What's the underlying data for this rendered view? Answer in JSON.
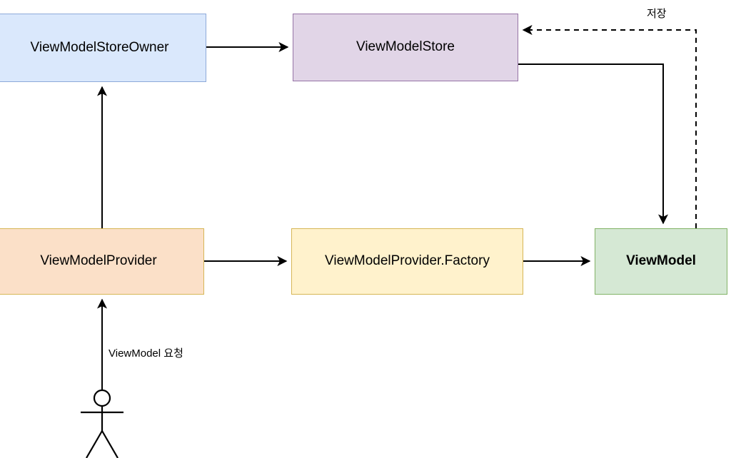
{
  "diagram": {
    "title": "ViewModel architecture flow",
    "background": "#ffffff",
    "nodes": [
      {
        "id": "viewmodelstoreowner",
        "label": "ViewModelStoreOwner",
        "fill": "#dae8fc",
        "stroke": "#8eaad9",
        "bold": false
      },
      {
        "id": "viewmodelstore",
        "label": "ViewModelStore",
        "fill": "#e1d5e7",
        "stroke": "#9673a6",
        "bold": false
      },
      {
        "id": "viewmodelprovider",
        "label": "ViewModelProvider",
        "fill": "#fbe0c8",
        "stroke": "#d6b656",
        "bold": false
      },
      {
        "id": "viewmodelproviderfactory",
        "label": "ViewModelProvider.Factory",
        "fill": "#fff2cc",
        "stroke": "#d6b656",
        "bold": false
      },
      {
        "id": "viewmodel",
        "label": "ViewModel",
        "fill": "#d5e8d4",
        "stroke": "#82b366",
        "bold": true
      }
    ],
    "edges": [
      {
        "id": "owner-to-store",
        "from": "viewmodelstoreowner",
        "to": "viewmodelstore",
        "style": "solid",
        "label": ""
      },
      {
        "id": "provider-to-owner",
        "from": "viewmodelprovider",
        "to": "viewmodelstoreowner",
        "style": "solid",
        "label": ""
      },
      {
        "id": "provider-to-factory",
        "from": "viewmodelprovider",
        "to": "viewmodelproviderfactory",
        "style": "solid",
        "label": ""
      },
      {
        "id": "factory-to-viewmodel",
        "from": "viewmodelproviderfactory",
        "to": "viewmodel",
        "style": "solid",
        "label": ""
      },
      {
        "id": "store-to-viewmodel",
        "from": "viewmodelstore",
        "to": "viewmodel",
        "style": "solid",
        "label": ""
      },
      {
        "id": "viewmodel-to-store",
        "from": "viewmodel",
        "to": "viewmodelstore",
        "style": "dashed",
        "label": "저장"
      },
      {
        "id": "actor-to-provider",
        "from": "actor",
        "to": "viewmodelprovider",
        "style": "solid",
        "label": "ViewModel 요청"
      }
    ],
    "labels": {
      "save": "저장",
      "request": "ViewModel 요청"
    },
    "actor": {
      "id": "actor",
      "shape": "stick-figure"
    }
  }
}
